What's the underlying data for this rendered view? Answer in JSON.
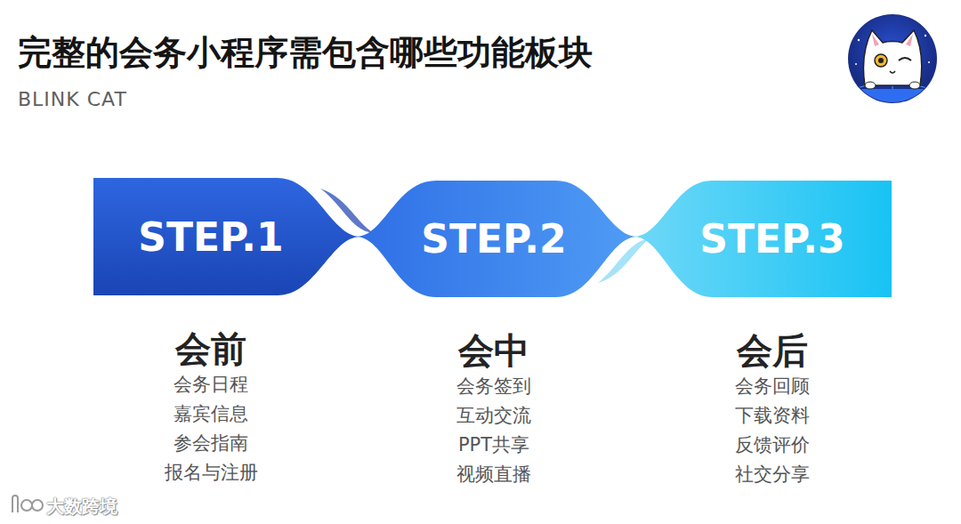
{
  "diagram": {
    "title": "完整的会务小程序需包含哪些功能板块",
    "nodes": [
      {
        "text": [
          "STEP.1",
          "会前",
          "会务日程",
          "嘉宾信息",
          "参会指南",
          "报名与注册"
        ]
      },
      {
        "text": [
          "STEP.2",
          "会中",
          "会务签到",
          "互动交流",
          "PPT共享",
          "视频直播"
        ]
      },
      {
        "text": [
          "STEP.3",
          "会后",
          "会务回顾",
          "下载资料",
          "反馈评价",
          "社交分享"
        ]
      }
    ],
    "labels": [
      "BLINK CAT",
      "大数跨境"
    ]
  }
}
